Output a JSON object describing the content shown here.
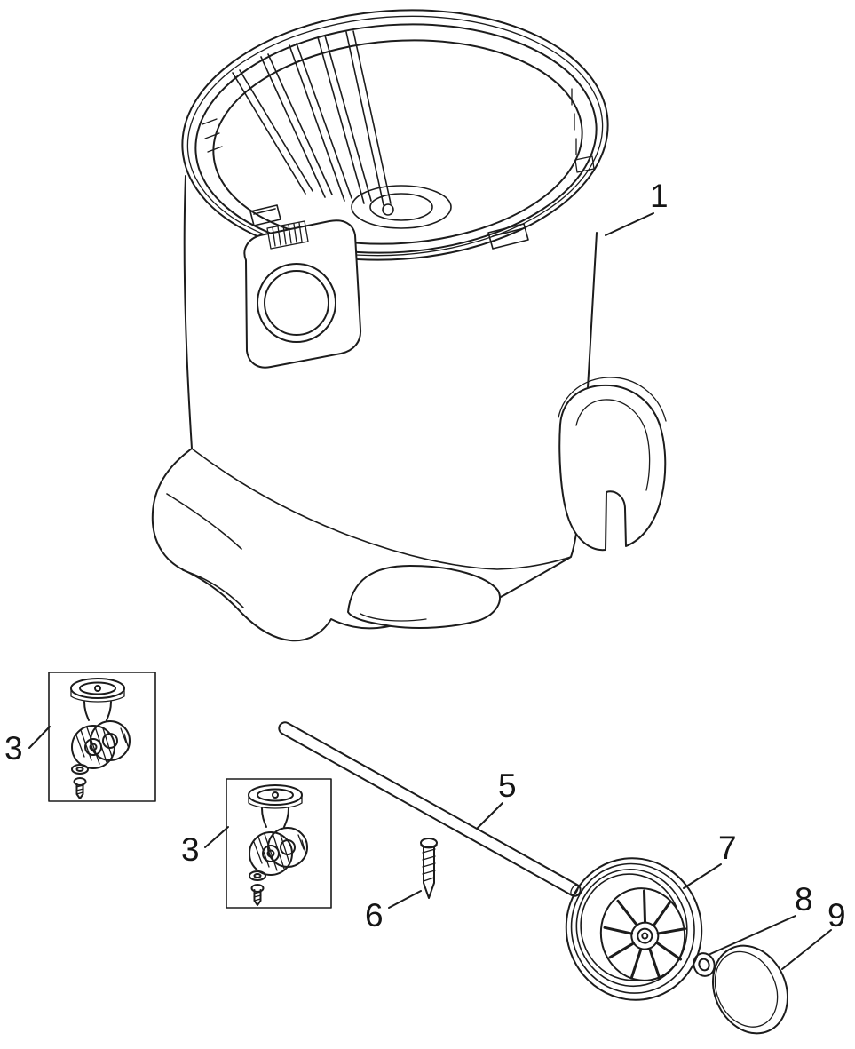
{
  "meta": {
    "background_color": "#ffffff",
    "line_color": "#1c1c1c",
    "description": "Exploded parts diagram: vacuum container tank with two caster assemblies, axle rod, screw, wheel, washer and hub cap"
  },
  "diagram": {
    "callouts": [
      {
        "label": "1",
        "part": "container-tank"
      },
      {
        "label": "3",
        "part": "caster-assembly"
      },
      {
        "label": "3",
        "part": "caster-assembly"
      },
      {
        "label": "5",
        "part": "axle-rod"
      },
      {
        "label": "6",
        "part": "screw"
      },
      {
        "label": "7",
        "part": "wheel"
      },
      {
        "label": "8",
        "part": "washer-ring"
      },
      {
        "label": "9",
        "part": "hub-cap"
      }
    ]
  }
}
